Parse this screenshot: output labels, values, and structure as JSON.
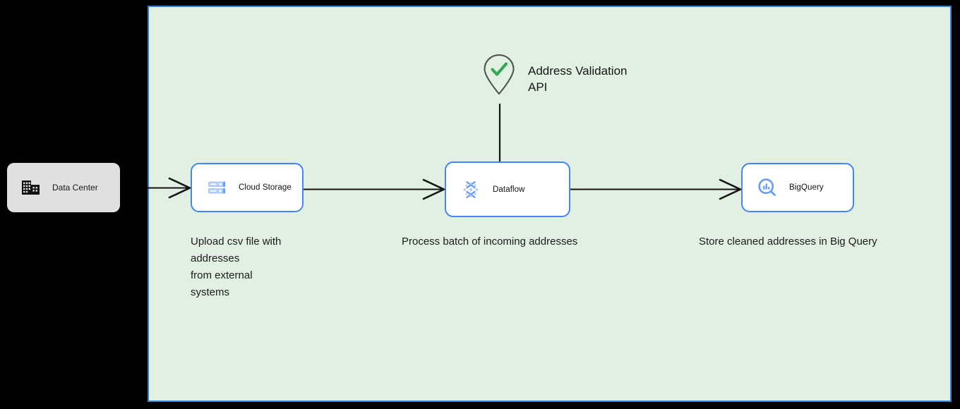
{
  "canvas": {
    "background_color": "#e2efe3",
    "border_color": "#3a82c4"
  },
  "external": {
    "data_center": {
      "label": "Data Center",
      "icon": "building-icon",
      "background_color": "#e0e0e0"
    }
  },
  "nodes": [
    {
      "id": "cloud-storage",
      "label": "Cloud Storage",
      "icon": "cloud-storage-icon",
      "border_color": "#4285f4",
      "caption": "Upload csv file with addresses\nfrom external\nsystems"
    },
    {
      "id": "dataflow",
      "label": "Dataflow",
      "icon": "dataflow-icon",
      "border_color": "#4285f4",
      "caption": "Process batch of incoming addresses"
    },
    {
      "id": "bigquery",
      "label": "BigQuery",
      "icon": "bigquery-icon",
      "border_color": "#4285f4",
      "caption": "Store cleaned addresses in Big Query"
    }
  ],
  "annotations": {
    "api": {
      "label": "Address Validation\nAPI",
      "icon": "map-pin-check-icon",
      "check_color": "#34a853",
      "pin_color": "#4d4d4d"
    }
  },
  "connectors": [
    {
      "id": "datacenter-to-cloud-storage",
      "from": "Data Center",
      "to": "Cloud Storage",
      "arrow": "open"
    },
    {
      "id": "cloud-storage-to-dataflow",
      "from": "Cloud Storage",
      "to": "Dataflow",
      "arrow": "open"
    },
    {
      "id": "dataflow-to-bigquery",
      "from": "Dataflow",
      "to": "BigQuery",
      "arrow": "open"
    },
    {
      "id": "api-to-dataflow",
      "from": "Address Validation API",
      "to": "Dataflow",
      "arrow": "none"
    }
  ]
}
